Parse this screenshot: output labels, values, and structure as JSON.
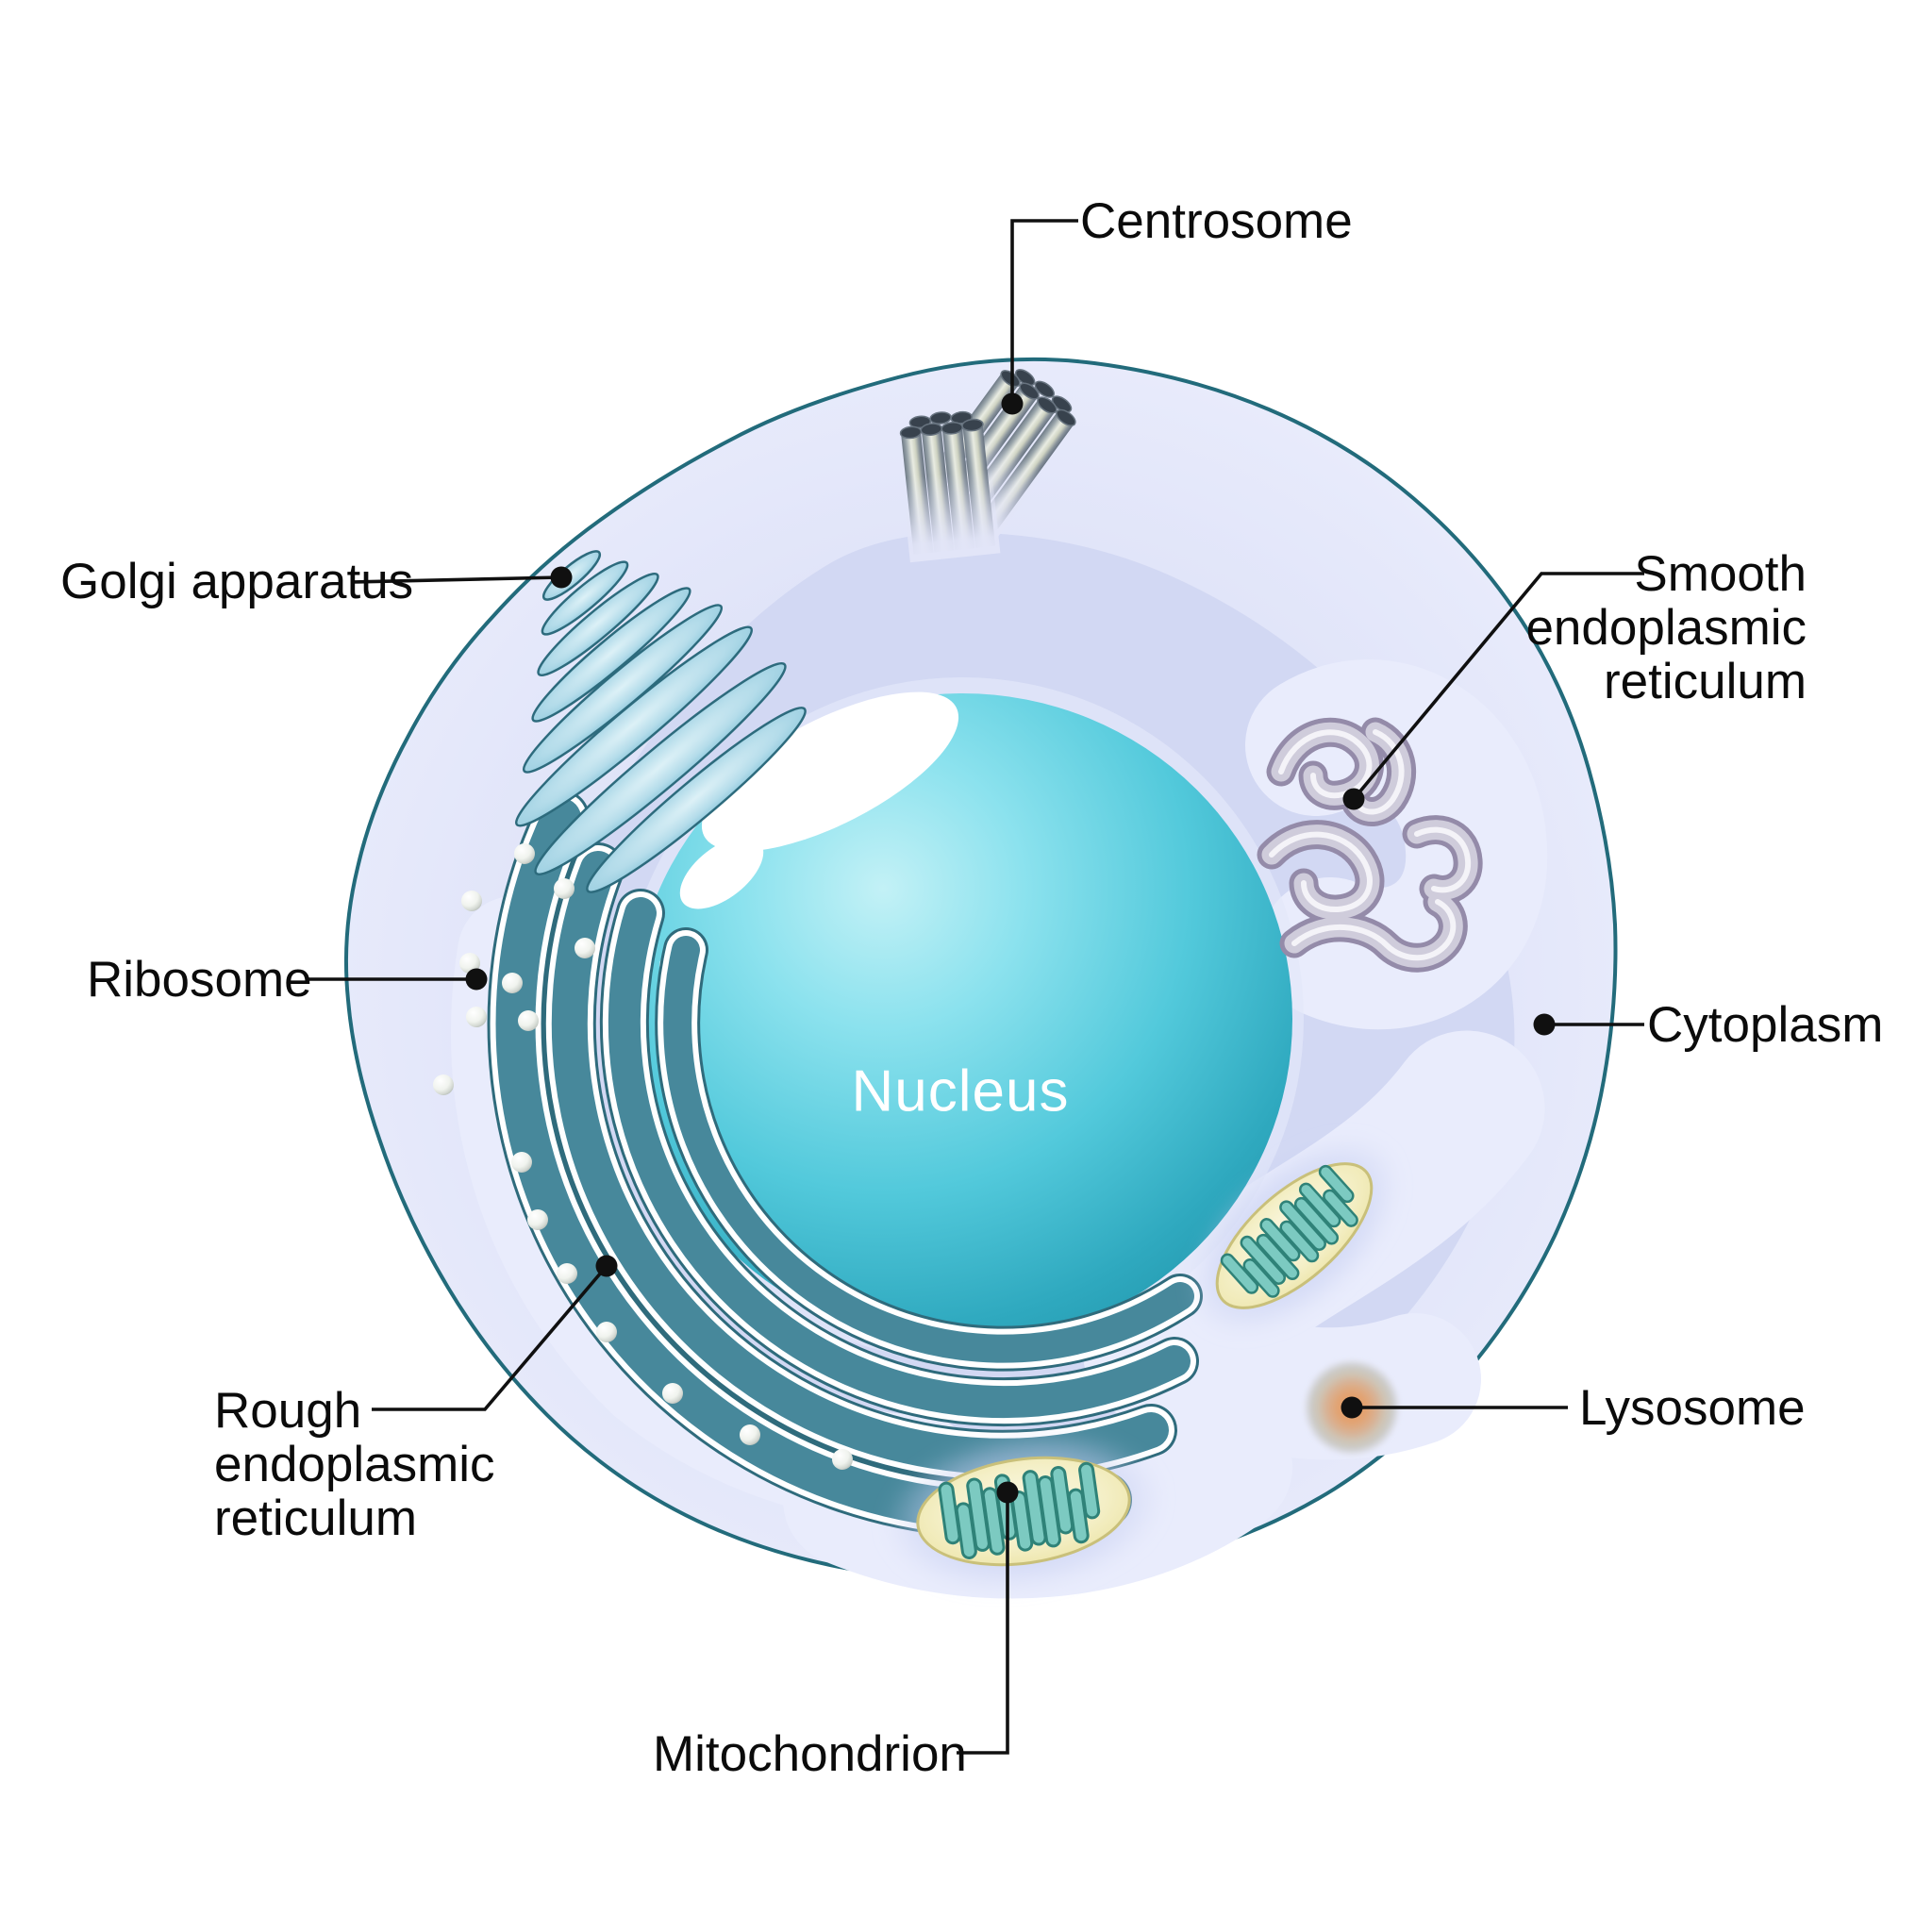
{
  "diagram": {
    "labels": {
      "centrosome": "Centrosome",
      "golgi_apparatus": "Golgi apparatus",
      "smooth_er": {
        "line1": "Smooth",
        "line2": "endoplasmic",
        "line3": "reticulum"
      },
      "ribosome": "Ribosome",
      "cytoplasm": "Cytoplasm",
      "nucleus": "Nucleus",
      "rough_er": {
        "line1": "Rough",
        "line2": "endoplasmic",
        "line3": "reticulum"
      },
      "lysosome": "Lysosome",
      "mitochondrion": "Mitochondrion"
    },
    "colors": {
      "label_text": "#0b0b0b",
      "leader_line": "#101010",
      "membrane_stroke": "#226b7b",
      "cell_fill": "#e0e4f8",
      "inner_cytoplasm": "#d2d8f3",
      "cytoplasm_channel": "#e9ecfc",
      "nucleus_main": "#49c5d8",
      "nucleus_dark": "#1f93a9",
      "nucleus_text": "#ffffff",
      "golgi_fill": "#a8d5e6",
      "golgi_stroke": "#2d6b7d",
      "rough_er_band": "#47889b",
      "rough_er_casing": "#ffffff",
      "rough_er_outline": "#2f6b7c",
      "ribosome_fill": "#f0f3ee",
      "centriole_body": "#aab3ba",
      "centriole_cap": "#38424d",
      "smooth_er_tube": "#cfccdb",
      "smooth_er_shadow": "#948ba9",
      "mitochondrion_outer": "#f3efc0",
      "mitochondrion_cristae": "#7ccac1",
      "lysosome_core": "#e59a60",
      "lysosome_ring": "#c9c9c9"
    }
  }
}
